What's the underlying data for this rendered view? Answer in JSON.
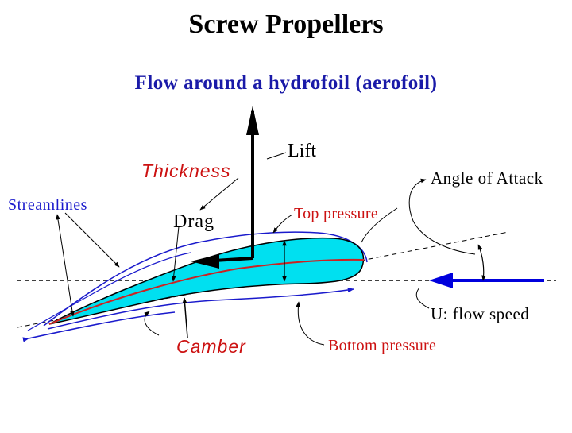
{
  "title": "Screw Propellers",
  "subtitle": "Flow around a hydrofoil (aerofoil)",
  "labels": {
    "lift": "Lift",
    "thickness": "Thickness",
    "angle_of_attack": "Angle of Attack",
    "streamlines": "Streamlines",
    "drag": "Drag",
    "top_pressure": "Top pressure",
    "flow_speed": "U: flow speed",
    "camber": "Camber",
    "bottom_pressure": "Bottom pressure"
  },
  "colors": {
    "title": "#000000",
    "subtitle": "#1a1aa8",
    "red_labels": "#cc1111",
    "hydrofoil_fill": "#00e0f0",
    "camber_line": "#cc2222",
    "streamline": "#1a1acc",
    "flow_arrow": "#0000dd",
    "outline": "#000000"
  }
}
